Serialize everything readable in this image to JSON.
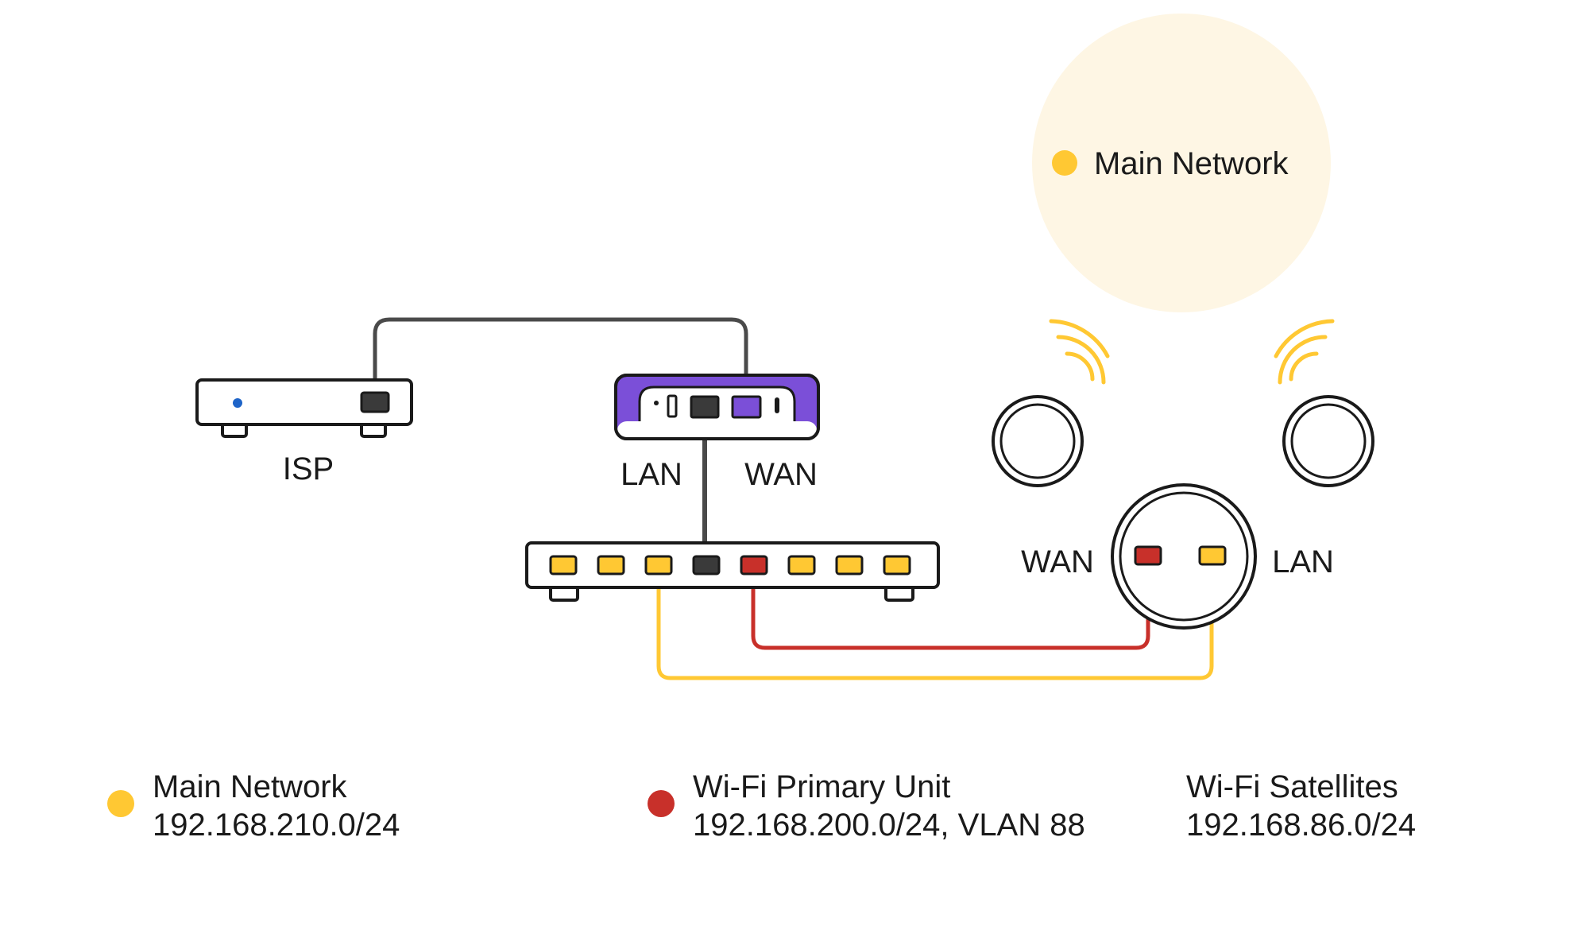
{
  "colors": {
    "main": "#FFC833",
    "wifi_primary": "#C8302A",
    "router_accent": "#7B4FD8",
    "cable_dark": "#4a4a4a",
    "outline": "#1a1a1a",
    "cloud": "#FEF6E4",
    "isp_led": "#1E64C8"
  },
  "cloud_label": "Main Network",
  "isp": {
    "label": "ISP"
  },
  "router": {
    "lan_label": "LAN",
    "wan_label": "WAN"
  },
  "wifi_unit": {
    "wan_label": "WAN",
    "lan_label": "LAN"
  },
  "switch": {
    "ports": [
      "main",
      "main",
      "main",
      "uplink",
      "wifi_primary",
      "main",
      "main",
      "main"
    ]
  },
  "legend": [
    {
      "color": "#FFC833",
      "title": "Main Network",
      "subnet": "192.168.210.0/24"
    },
    {
      "color": "#C8302A",
      "title": "Wi-Fi Primary Unit",
      "subnet": "192.168.200.0/24, VLAN 88"
    },
    {
      "color": "",
      "title": "Wi-Fi Satellites",
      "subnet": "192.168.86.0/24"
    }
  ]
}
